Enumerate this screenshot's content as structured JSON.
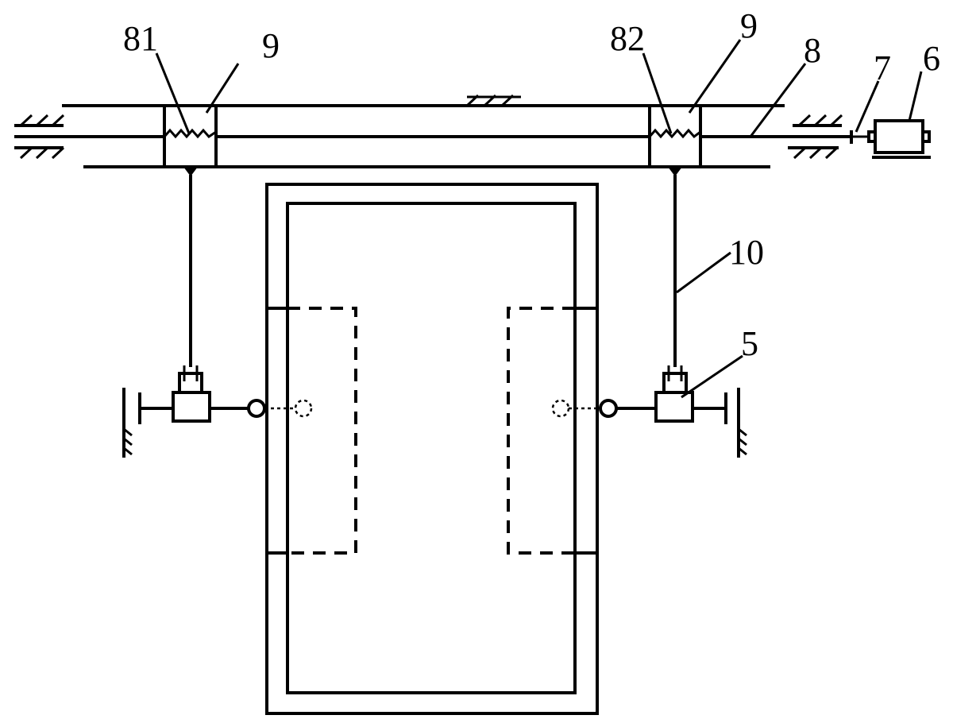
{
  "labels": {
    "l81": "81",
    "l9a": "9",
    "l82": "82",
    "l9b": "9",
    "l8": "8",
    "l7": "7",
    "l6": "6",
    "l10": "10",
    "l5": "5"
  },
  "colors": {
    "ink": "#000000",
    "background": "#ffffff"
  }
}
